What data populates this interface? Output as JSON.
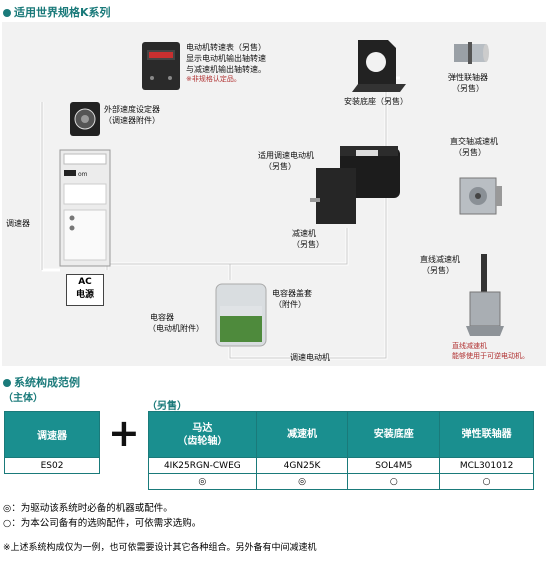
{
  "header": {
    "title": "适用世界规格K系列"
  },
  "diagram": {
    "tachometer": {
      "title": "电动机转速表（另售）",
      "desc1": "显示电动机输出轴转速",
      "desc2": "与减速机输出轴转速。",
      "note": "※非规格认定品。"
    },
    "mounting_base": "安装底座（另售）",
    "coupling": {
      "l1": "弹性联轴器",
      "l2": "（另售）"
    },
    "external_speed": {
      "l1": "外部速度设定器",
      "l2": "（调速器附件）"
    },
    "motor": {
      "l1": "适用调速电动机",
      "l2": "（另售）"
    },
    "right_angle": {
      "l1": "直交轴减速机",
      "l2": "（另售）"
    },
    "controller": "调速器",
    "gearhead": {
      "l1": "减速机",
      "l2": "（另售）"
    },
    "linear": {
      "l1": "直线减速机",
      "l2": "（另售）"
    },
    "ac_power": {
      "l1": "AC",
      "l2": "电源"
    },
    "capacitor_cap": {
      "l1": "电容器盖套",
      "l2": "（附件）"
    },
    "capacitor": {
      "l1": "电容器",
      "l2": "（电动机附件）"
    },
    "linear_note": {
      "l1": "直线减速机",
      "l2": "能够使用于可逆电动机。"
    },
    "motor_cable": "调速电动机"
  },
  "system": {
    "title": "系统构成范例",
    "main_title": "（主体）",
    "sold_title": "（另售）",
    "main": {
      "header": "调速器",
      "model": "ES02"
    },
    "columns": [
      {
        "header1": "马达",
        "header2": "（齿轮轴）",
        "model": "4IK25RGN-CWEG",
        "mark": "◎"
      },
      {
        "header1": "减速机",
        "header2": "",
        "model": "4GN25K",
        "mark": "◎"
      },
      {
        "header1": "安装底座",
        "header2": "",
        "model": "SOL4M5",
        "mark": "○"
      },
      {
        "header1": "弹性联轴器",
        "header2": "",
        "model": "MCL301012",
        "mark": "○"
      }
    ]
  },
  "notes": {
    "n1": "◎：为驱动该系统时必备的机器或配件。",
    "n2": "○：为本公司备有的选购配件，可依需求选购。",
    "n3": "※上述系统构成仅为一例，也可依需要设计其它各种组合。另外备有中间减速机"
  },
  "colors": {
    "accent": "#1a7a7a",
    "table_header": "#1a8f8f",
    "diagram_bg": "#f2f2f2",
    "note_red": "#b03030"
  }
}
